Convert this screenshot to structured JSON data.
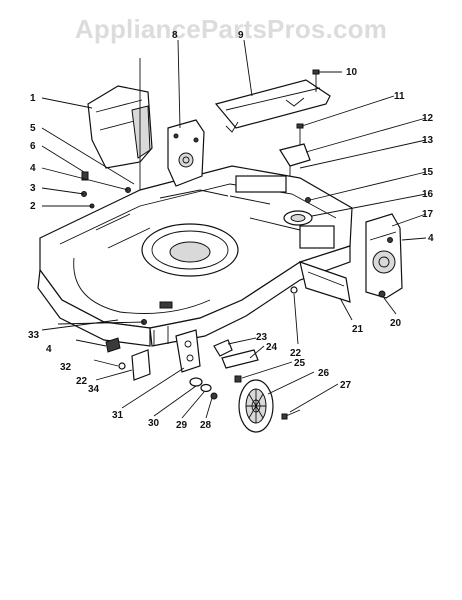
{
  "watermark": "AppliancePartsPros.com",
  "callouts": {
    "c1": "1",
    "c2": "2",
    "c3": "3",
    "c4a": "4",
    "c4b": "4",
    "c4c": "4",
    "c5": "5",
    "c6": "6",
    "c8": "8",
    "c9": "9",
    "c10": "10",
    "c11": "11",
    "c12": "12",
    "c13": "13",
    "c15": "15",
    "c16": "16",
    "c17": "17",
    "c20": "20",
    "c21": "21",
    "c22a": "22",
    "c22b": "22",
    "c23": "23",
    "c24": "24",
    "c25": "25",
    "c26": "26",
    "c27": "27",
    "c28": "28",
    "c29": "29",
    "c30": "30",
    "c31": "31",
    "c32": "32",
    "c33": "33",
    "c34": "34"
  }
}
